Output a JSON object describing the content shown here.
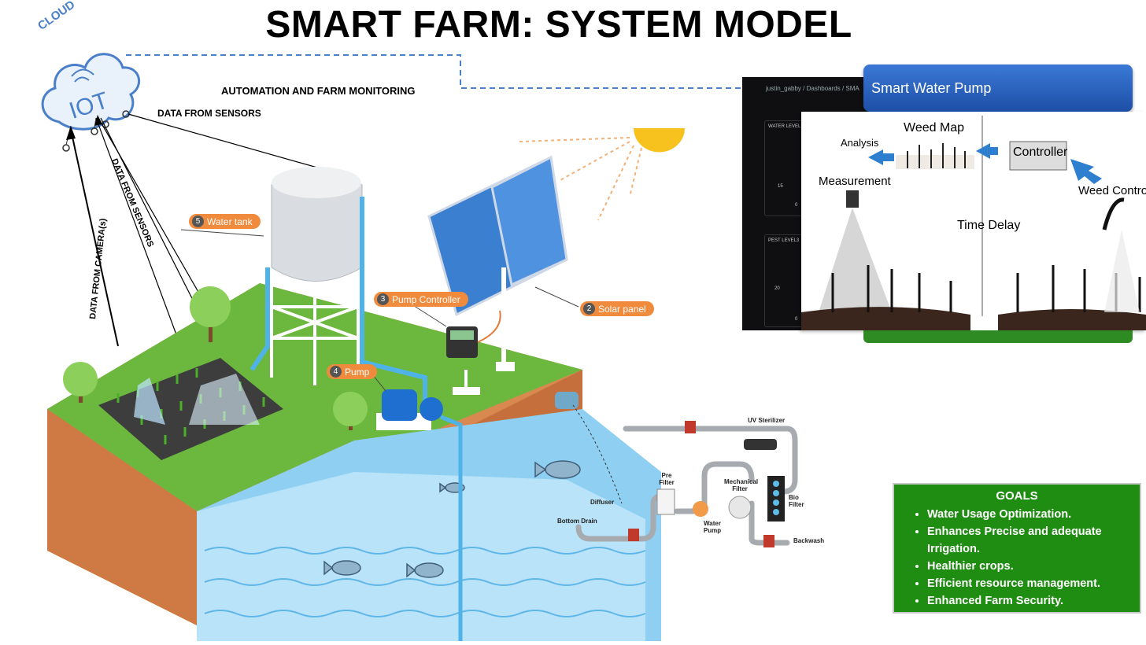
{
  "title": "SMART FARM: SYSTEM MODEL",
  "cloud": {
    "label": "CLOUD",
    "iot": "IOT"
  },
  "labels": {
    "automation": "AUTOMATION AND FARM MONITORING",
    "sensors_top": "DATA FROM SENSORS",
    "sensors_diag": "DATA FROM SENSORS",
    "camera": "DATA FROM CAMERA(s)"
  },
  "farm_tags": [
    {
      "num": "5",
      "text": "Water tank"
    },
    {
      "num": "3",
      "text": "Pump Controller"
    },
    {
      "num": "2",
      "text": "Solar panel"
    },
    {
      "num": "4",
      "text": "Pump"
    }
  ],
  "filtration": {
    "uv": "UV Sterilizer",
    "pre_filter": "Pre Filter",
    "mechanical": "Mechanical Filter",
    "bio": "Bio Filter",
    "water_pump": "Water Pump",
    "diffuser": "Diffuser",
    "bottom_drain": "Bottom Drain",
    "backwash": "Backwash"
  },
  "dashboard": {
    "breadcrumb": "justin_gabby / Dashboards / SMA",
    "water_level": "WATER LEVEL",
    "water_ticks": [
      "15",
      "0"
    ],
    "pest_level": "PEST LEVEL3",
    "pest_ticks": [
      "20",
      "0"
    ]
  },
  "smart_pump": {
    "header": "Smart Water Pump",
    "weed_map": "Weed Map",
    "analysis": "Analysis",
    "controller": "Controller",
    "measurement": "Measurement",
    "time_delay": "Time Delay",
    "weed_control": "Weed Control"
  },
  "goals": {
    "title": "GOALS",
    "items": [
      "Water Usage Optimization.",
      "Enhances Precise and adequate Irrigation.",
      "Healthier crops.",
      "Efficient resource management.",
      "Enhanced Farm Security."
    ]
  },
  "colors": {
    "accent_orange": "#f08a3c",
    "pump_header_blue": "#2a62be",
    "goals_green": "#1f8c12",
    "link_dash": "#4a7fc9",
    "grass": "#6cb83f",
    "water": "#8fd0f2"
  }
}
